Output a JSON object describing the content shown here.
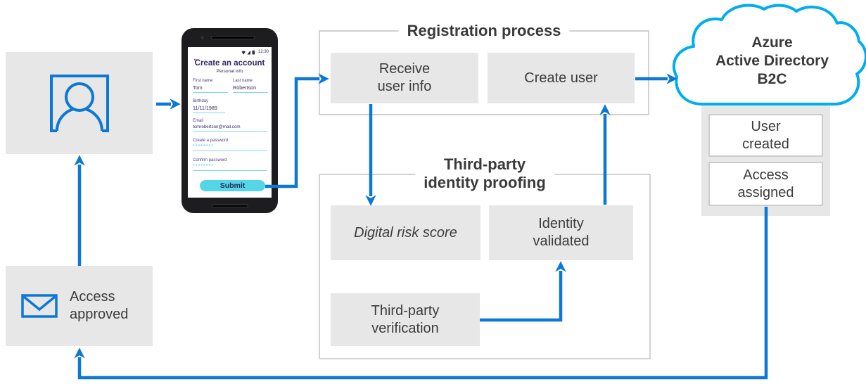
{
  "colors": {
    "arrow_blue": "#0C77D4",
    "cloud_cyan": "#00AEEF",
    "box_gray": "#E7E7E7",
    "section_border_gray": "#D2D2D2",
    "text_dark": "#3A3A3A",
    "phone_navy": "#322B63",
    "submit_cyan": "#55D6E6",
    "back_arrow_magenta": "#A0278F",
    "password_dots_cyan": "#3EC6DB"
  },
  "icons": {
    "back_arrow": "←"
  },
  "phone": {
    "status_time": "12:30",
    "title": "Create an account",
    "subtitle": "Personal info",
    "fields": [
      {
        "label": "First name",
        "value": "Tom"
      },
      {
        "label": "Last name",
        "value": "Robertson"
      },
      {
        "label": "Birthday",
        "value": "11/11/1989"
      },
      {
        "label": "Email",
        "value": "tomrobertson@mail.com"
      },
      {
        "label": "Create a password",
        "value": "********"
      },
      {
        "label": "Confirm password",
        "value": "********"
      }
    ],
    "submit_label": "Submit"
  },
  "registration": {
    "title": "Registration process",
    "receive_box": "Receive\nuser info",
    "create_box": "Create user"
  },
  "third_party": {
    "title": "Third-party\nidentity proofing",
    "risk_box": "Digital risk score",
    "identity_box": "Identity\nvalidated",
    "verification_box": "Third-party\nverification"
  },
  "cloud": {
    "label": "Azure\nActive Directory\nB2C",
    "user_created": "User\ncreated",
    "access_assigned": "Access\nassigned"
  },
  "access_approved": {
    "label": "Access\napproved"
  }
}
